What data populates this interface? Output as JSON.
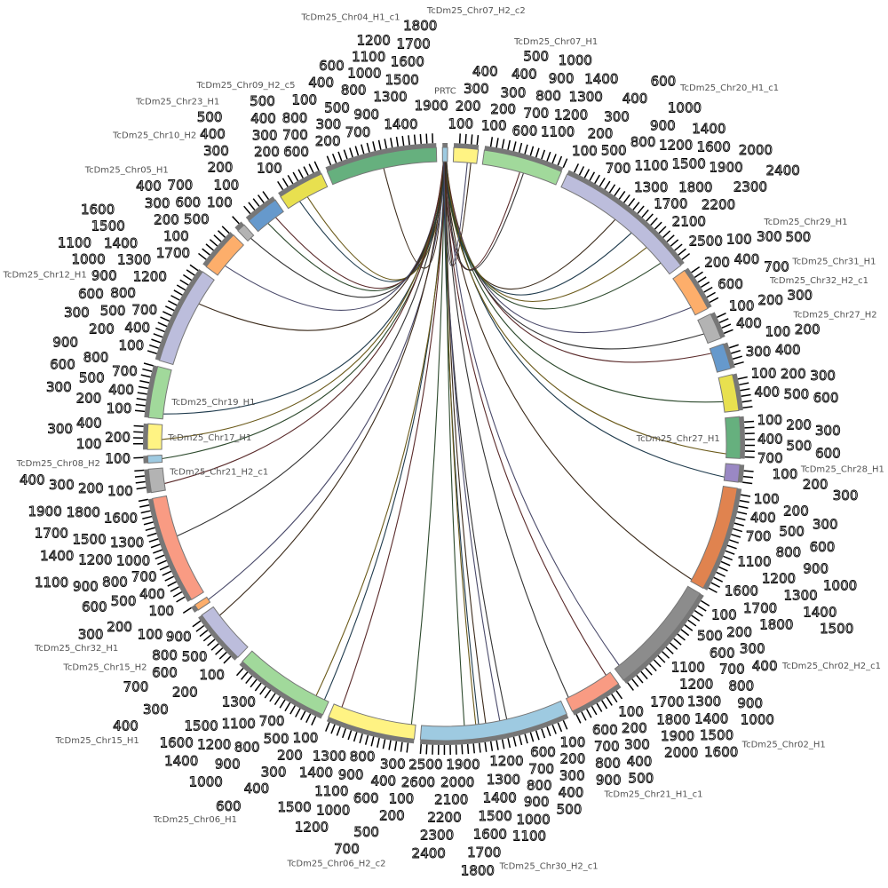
{
  "diagram": {
    "type": "circos",
    "tick_interval": 100,
    "segments": [
      {
        "name": "PRTC",
        "length": 90,
        "color": "#9ecae1"
      },
      {
        "name": "TcDm25_Chr07_H2_c2",
        "length": 430,
        "color": "#fff383"
      },
      {
        "name": "TcDm25_Chr07_H1",
        "length": 1400,
        "color": "#a1d99b"
      },
      {
        "name": "TcDm25_Chr20_H1_c1",
        "length": 2570,
        "color": "#bcbddc"
      },
      {
        "name": "TcDm25_Chr29_H1",
        "length": 780,
        "color": "#fdae6b"
      },
      {
        "name": "TcDm25_Chr32_H2_c1",
        "length": 460,
        "color": "#b3b3b3"
      },
      {
        "name": "TcDm25_Chr27_H2",
        "length": 450,
        "color": "#6699cc"
      },
      {
        "name": "TcDm25_Chr31_H1",
        "length": 640,
        "color": "#e8e04f"
      },
      {
        "name": "TcDm25_Chr27_H1",
        "length": 730,
        "color": "#66b07e"
      },
      {
        "name": "TcDm25_Chr28_H1",
        "length": 310,
        "color": "#9a88c4"
      },
      {
        "name": "TcDm25_Chr02_H2_c1",
        "length": 1850,
        "color": "#e0834f"
      },
      {
        "name": "TcDm25_Chr02_H1",
        "length": 2030,
        "color": "#8c8c8c"
      },
      {
        "name": "TcDm25_Chr21_H1_c1",
        "length": 940,
        "color": "#f99b83"
      },
      {
        "name": "TcDm25_Chr30_H2_c1",
        "length": 2620,
        "color": "#9ecae1"
      },
      {
        "name": "TcDm25_Chr06_H2_c2",
        "length": 1550,
        "color": "#fff383"
      },
      {
        "name": "TcDm25_Chr06_H1",
        "length": 1690,
        "color": "#a1d99b"
      },
      {
        "name": "TcDm25_Chr15_H1",
        "length": 970,
        "color": "#bcbddc"
      },
      {
        "name": "TcDm25_Chr15_H2",
        "length": 110,
        "color": "#fdae6b"
      },
      {
        "name": "TcDm25_Chr32_H1",
        "length": 1900,
        "color": "#f99b83"
      },
      {
        "name": "TcDm25_Chr21_H2_c1",
        "length": 410,
        "color": "#b3b3b3"
      },
      {
        "name": "TcDm25_Chr08_H2",
        "length": 130,
        "color": "#9ecae1"
      },
      {
        "name": "TcDm25_Chr17_H1",
        "length": 450,
        "color": "#fff383"
      },
      {
        "name": "TcDm25_Chr19_H1",
        "length": 910,
        "color": "#a1d99b"
      },
      {
        "name": "TcDm25_Chr12_H1",
        "length": 1730,
        "color": "#bcbddc"
      },
      {
        "name": "TcDm25_Chr05_H1",
        "length": 730,
        "color": "#fdae6b"
      },
      {
        "name": "TcDm25_Chr10_H2",
        "length": 150,
        "color": "#b3b3b3"
      },
      {
        "name": "TcDm25_Chr23_H1",
        "length": 590,
        "color": "#6699cc"
      },
      {
        "name": "TcDm25_Chr09_H2_c5",
        "length": 820,
        "color": "#e8e04f"
      },
      {
        "name": "TcDm25_Chr04_H1_c1",
        "length": 1960,
        "color": "#66b07e"
      }
    ],
    "links": [
      {
        "from": "PRTC",
        "to": "TcDm25_Chr04_H1_c1",
        "pos": 0.5
      },
      {
        "from": "PRTC",
        "to": "TcDm25_Chr09_H2_c5",
        "pos": 0.3
      },
      {
        "from": "PRTC",
        "to": "TcDm25_Chr09_H2_c5",
        "pos": 0.5
      },
      {
        "from": "PRTC",
        "to": "TcDm25_Chr23_H1",
        "pos": 0.4
      },
      {
        "from": "PRTC",
        "to": "TcDm25_Chr23_H1",
        "pos": 0.7
      },
      {
        "from": "PRTC",
        "to": "TcDm25_Chr10_H2",
        "pos": 0.5
      },
      {
        "from": "PRTC",
        "to": "TcDm25_Chr05_H1",
        "pos": 0.3
      },
      {
        "from": "PRTC",
        "to": "TcDm25_Chr12_H1",
        "pos": 0.7
      },
      {
        "from": "PRTC",
        "to": "TcDm25_Chr19_H1",
        "pos": 0.1
      },
      {
        "from": "PRTC",
        "to": "TcDm25_Chr17_H1",
        "pos": 0.4
      },
      {
        "from": "PRTC",
        "to": "TcDm25_Chr08_H2",
        "pos": 0.5
      },
      {
        "from": "PRTC",
        "to": "TcDm25_Chr21_H2_c1",
        "pos": 0.3
      },
      {
        "from": "PRTC",
        "to": "TcDm25_Chr32_H1",
        "pos": 0.6
      },
      {
        "from": "PRTC",
        "to": "TcDm25_Chr15_H2",
        "pos": 0.5
      },
      {
        "from": "PRTC",
        "to": "TcDm25_Chr15_H1",
        "pos": 0.8
      },
      {
        "from": "PRTC",
        "to": "TcDm25_Chr06_H1",
        "pos": 0.05
      },
      {
        "from": "PRTC",
        "to": "TcDm25_Chr06_H1",
        "pos": 0.15
      },
      {
        "from": "PRTC",
        "to": "TcDm25_Chr06_H2_c2",
        "pos": 0.05
      },
      {
        "from": "PRTC",
        "to": "TcDm25_Chr06_H2_c2",
        "pos": 0.9
      },
      {
        "from": "PRTC",
        "to": "TcDm25_Chr30_H2_c1",
        "pos": 0.4
      },
      {
        "from": "PRTC",
        "to": "TcDm25_Chr30_H2_c1",
        "pos": 0.45
      },
      {
        "from": "PRTC",
        "to": "TcDm25_Chr30_H2_c1",
        "pos": 0.55
      },
      {
        "from": "PRTC",
        "to": "TcDm25_Chr30_H2_c1",
        "pos": 0.6
      },
      {
        "from": "PRTC",
        "to": "TcDm25_Chr30_H2_c1",
        "pos": 0.62
      },
      {
        "from": "PRTC",
        "to": "TcDm25_Chr30_H2_c1",
        "pos": 0.7
      },
      {
        "from": "PRTC",
        "to": "TcDm25_Chr21_H1_c1",
        "pos": 0.1
      },
      {
        "from": "PRTC",
        "to": "TcDm25_Chr21_H1_c1",
        "pos": 0.95
      },
      {
        "from": "PRTC",
        "to": "TcDm25_Chr02_H1",
        "pos": 0.95
      },
      {
        "from": "PRTC",
        "to": "TcDm25_Chr02_H2_c1",
        "pos": 0.98
      },
      {
        "from": "PRTC",
        "to": "TcDm25_Chr28_H1",
        "pos": 0.8
      },
      {
        "from": "PRTC",
        "to": "TcDm25_Chr27_H1",
        "pos": 0.9
      },
      {
        "from": "PRTC",
        "to": "TcDm25_Chr31_H1",
        "pos": 0.7
      },
      {
        "from": "PRTC",
        "to": "TcDm25_Chr27_H2",
        "pos": 0.2
      },
      {
        "from": "PRTC",
        "to": "TcDm25_Chr32_H2_c1",
        "pos": 0.6
      },
      {
        "from": "PRTC",
        "to": "TcDm25_Chr29_H1",
        "pos": 0.8
      },
      {
        "from": "PRTC",
        "to": "TcDm25_Chr20_H1_c1",
        "pos": 0.45
      },
      {
        "from": "PRTC",
        "to": "TcDm25_Chr20_H1_c1",
        "pos": 0.6
      },
      {
        "from": "PRTC",
        "to": "TcDm25_Chr20_H1_c1",
        "pos": 0.75
      },
      {
        "from": "PRTC",
        "to": "TcDm25_Chr20_H1_c1",
        "pos": 0.9
      },
      {
        "from": "PRTC",
        "to": "TcDm25_Chr07_H1",
        "pos": 0.5
      },
      {
        "from": "PRTC",
        "to": "TcDm25_Chr07_H1",
        "pos": 0.55
      },
      {
        "from": "PRTC",
        "to": "TcDm25_Chr07_H2_c2",
        "pos": 0.6
      },
      {
        "from": "PRTC",
        "to": "TcDm25_Chr07_H2_c2",
        "pos": 0.75
      }
    ],
    "link_colors": [
      "#3b2a1a",
      "#1f3b4d",
      "#6b5a1a",
      "#2d4a2d",
      "#5a2a2a",
      "#333333",
      "#4a4a6a"
    ]
  }
}
